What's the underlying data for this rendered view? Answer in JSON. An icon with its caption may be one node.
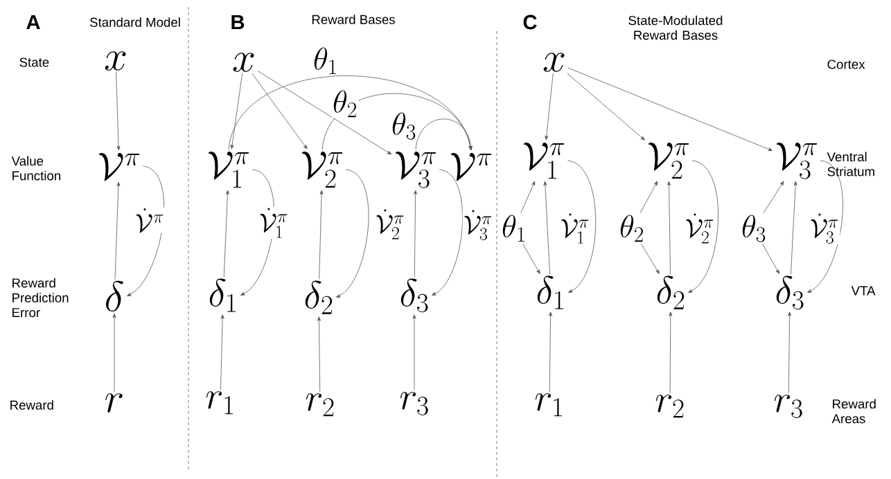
{
  "diagram": {
    "nodes": [
      {
        "text": [
          "x"
        ]
      },
      {
        "text": [
          "\\mathcal{V}^{\\pi}"
        ]
      },
      {
        "text": [
          "\\delta"
        ]
      },
      {
        "text": [
          "r"
        ]
      },
      {
        "text": [
          "x"
        ]
      },
      {
        "text": [
          "\\mathcal{V}_1^{\\pi}"
        ]
      },
      {
        "text": [
          "\\mathcal{V}_2^{\\pi}"
        ]
      },
      {
        "text": [
          "\\mathcal{V}_3^{\\pi}"
        ]
      },
      {
        "text": [
          "\\mathcal{V}^{\\pi}"
        ]
      },
      {
        "text": [
          "\\delta_1"
        ]
      },
      {
        "text": [
          "\\delta_2"
        ]
      },
      {
        "text": [
          "\\delta_3"
        ]
      },
      {
        "text": [
          "r_1"
        ]
      },
      {
        "text": [
          "r_2"
        ]
      },
      {
        "text": [
          "r_3"
        ]
      },
      {
        "text": [
          "x"
        ]
      },
      {
        "text": [
          "\\mathcal{V}_1^{\\pi}"
        ]
      },
      {
        "text": [
          "\\mathcal{V}_2^{\\pi}"
        ]
      },
      {
        "text": [
          "\\mathcal{V}_3^{\\pi}"
        ]
      },
      {
        "text": [
          "\\theta_1"
        ]
      },
      {
        "text": [
          "\\theta_2"
        ]
      },
      {
        "text": [
          "\\theta_3"
        ]
      },
      {
        "text": [
          "\\delta_1"
        ]
      },
      {
        "text": [
          "\\delta_2"
        ]
      },
      {
        "text": [
          "\\delta_3"
        ]
      },
      {
        "text": [
          "r_1"
        ]
      },
      {
        "text": [
          "r_2"
        ]
      },
      {
        "text": [
          "r_3"
        ]
      }
    ],
    "edges": [
      {
        "from": 0,
        "to": 1,
        "arrow": "to"
      },
      {
        "from": 2,
        "to": 1,
        "arrow": "to"
      },
      {
        "from": 1,
        "to": 2,
        "arrow": "to",
        "label": "\\dot{\\mathcal{V}}^{\\pi}"
      },
      {
        "from": 3,
        "to": 2,
        "arrow": "to"
      },
      {
        "from": 4,
        "to": 5,
        "arrow": "to"
      },
      {
        "from": 4,
        "to": 6,
        "arrow": "to"
      },
      {
        "from": 4,
        "to": 7,
        "arrow": "to"
      },
      {
        "from": 5,
        "to": 8,
        "arrow": "to",
        "label": "\\theta_1"
      },
      {
        "from": 6,
        "to": 8,
        "arrow": "to",
        "label": "\\theta_2"
      },
      {
        "from": 7,
        "to": 8,
        "arrow": "to",
        "label": "\\theta_3"
      },
      {
        "from": 9,
        "to": 5,
        "arrow": "to"
      },
      {
        "from": 5,
        "to": 9,
        "arrow": "to",
        "label": "\\dot{\\mathcal{V}}_1^{\\pi}"
      },
      {
        "from": 10,
        "to": 6,
        "arrow": "to"
      },
      {
        "from": 6,
        "to": 10,
        "arrow": "to",
        "label": "\\dot{\\mathcal{V}}_2^{\\pi}"
      },
      {
        "from": 11,
        "to": 7,
        "arrow": "to"
      },
      {
        "from": 7,
        "to": 11,
        "arrow": "to",
        "label": "\\dot{\\mathcal{V}}_3^{\\pi}"
      },
      {
        "from": 12,
        "to": 9,
        "arrow": "to"
      },
      {
        "from": 13,
        "to": 10,
        "arrow": "to"
      },
      {
        "from": 14,
        "to": 11,
        "arrow": "to"
      },
      {
        "from": 15,
        "to": 16,
        "arrow": "to"
      },
      {
        "from": 15,
        "to": 17,
        "arrow": "to"
      },
      {
        "from": 15,
        "to": 18,
        "arrow": "to"
      },
      {
        "from": 19,
        "to": 16,
        "arrow": "to"
      },
      {
        "from": 19,
        "to": 22,
        "arrow": "to"
      },
      {
        "from": 20,
        "to": 17,
        "arrow": "to"
      },
      {
        "from": 20,
        "to": 23,
        "arrow": "to"
      },
      {
        "from": 21,
        "to": 18,
        "arrow": "to"
      },
      {
        "from": 21,
        "to": 24,
        "arrow": "to"
      },
      {
        "from": 22,
        "to": 16,
        "arrow": "to"
      },
      {
        "from": 16,
        "to": 22,
        "arrow": "to",
        "label": "\\dot{\\mathcal{V}}_1^{\\pi}"
      },
      {
        "from": 23,
        "to": 17,
        "arrow": "to"
      },
      {
        "from": 17,
        "to": 23,
        "arrow": "to",
        "label": "\\dot{\\mathcal{V}}_2^{\\pi}"
      },
      {
        "from": 24,
        "to": 18,
        "arrow": "to"
      },
      {
        "from": 18,
        "to": 24,
        "arrow": "to",
        "label": "\\dot{\\mathcal{V}}_3^{\\pi}"
      },
      {
        "from": 25,
        "to": 22,
        "arrow": "to"
      },
      {
        "from": 26,
        "to": 23,
        "arrow": "to"
      },
      {
        "from": 27,
        "to": 24,
        "arrow": "to"
      }
    ],
    "labels": [
      "A",
      "Standard Model",
      "State",
      "Value Function",
      "Reward Prediction Error",
      "Reward",
      "B",
      "Reward Bases",
      "C",
      "State-Modulated Reward Bases",
      "Cortex",
      "Ventral Striatum",
      "VTA",
      "Reward Areas"
    ]
  }
}
